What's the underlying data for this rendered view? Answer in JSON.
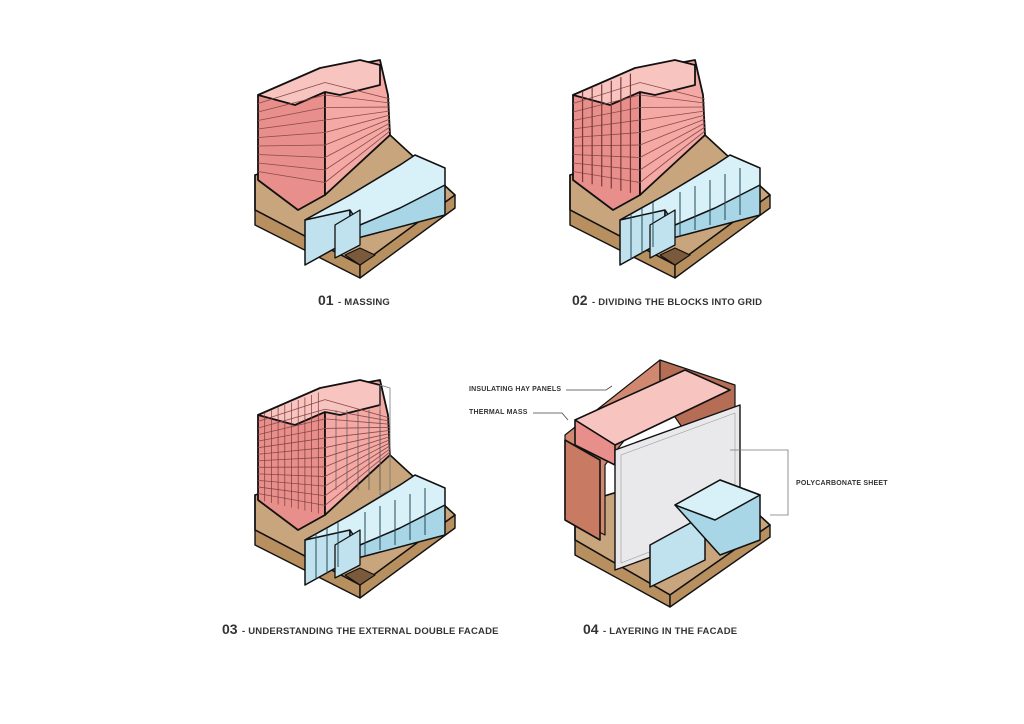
{
  "colors": {
    "ground_top": "#c9a57d",
    "ground_side": "#b8905f",
    "pink_front": "#e88f8b",
    "pink_side": "#f4a9a4",
    "pink_top": "#f8c4c0",
    "blue_front": "#bfe2ee",
    "blue_side": "#a9d6e6",
    "blue_top": "#d8f0f7",
    "hay": "#d08870",
    "poly": "#e9e9eb",
    "outline": "#111111"
  },
  "steps": [
    {
      "number": "01",
      "label": "- MASSING"
    },
    {
      "number": "02",
      "label": "- DIVIDING THE BLOCKS INTO GRID"
    },
    {
      "number": "03",
      "label": "- UNDERSTANDING THE EXTERNAL DOUBLE FACADE"
    },
    {
      "number": "04",
      "label": "- LAYERING IN THE FACADE"
    }
  ],
  "callouts": {
    "insulating": "INSULATING HAY PANELS",
    "thermal": "THERMAL MASS",
    "polycarbonate": "POLYCARBONATE SHEET"
  }
}
